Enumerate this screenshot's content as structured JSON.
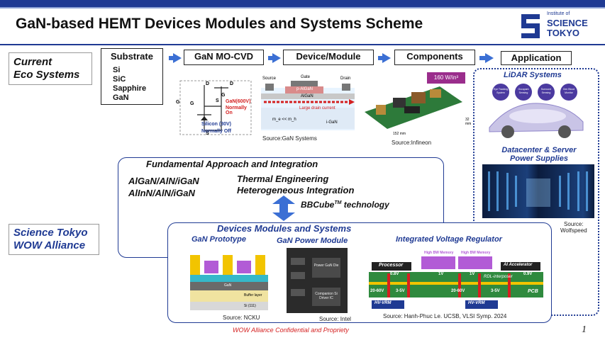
{
  "header": {
    "title": "GaN-based HEMT Devices Modules and Systems Scheme",
    "logo_line1": "Institute of",
    "logo_line2": "SCIENCE",
    "logo_line3": "TOKYO"
  },
  "eco": {
    "label_line1": "Current",
    "label_line2": "Eco Systems"
  },
  "flow": {
    "substrate": "Substrate",
    "substrate_items": [
      "Si",
      "SiC",
      "Sapphire",
      "GaN"
    ],
    "mocvd": "GaN MO-CVD",
    "device": "Device/Module",
    "components": "Components",
    "application": "Application"
  },
  "figures": {
    "cascode_gan": "GaN(600V)",
    "cascode_normally_on": "Normally On",
    "cascode_si": "Silicon (30V)",
    "cascode_normally_off": "Normally Off",
    "hemt_source": "Source",
    "hemt_gate": "Gate",
    "hemt_drain": "Drain",
    "hemt_pgan": "p-AlGaN",
    "hemt_algan": "AlGaN",
    "hemt_current": "Large drain current",
    "hemt_mass": "m_e << m_h",
    "hemt_igan": "i-GaN",
    "src_gansystems": "Source:GaN Systems",
    "power_density": "160 W/in³",
    "dim_w": "152 mm",
    "dim_h": "32 mm",
    "src_infineon": "Source:Infineon"
  },
  "application": {
    "lidar_title": "LiDAR Systems",
    "lidar_bubbles": [
      "Eye Tracking System",
      "Occupant Sensing",
      "Surround Sensing",
      "Gen Blood Monitor"
    ],
    "datacenter_title_line1": "Datacenter & Server",
    "datacenter_title_line2": "Power Supplies",
    "src_line1": "Source:",
    "src_line2": "Wolfspeed"
  },
  "fundamental": {
    "title": "Fundamental Approach and Integration",
    "material1": "AlGaN/AlN/iGaN",
    "material2": "AlInN/AlN/iGaN",
    "thermal": "Thermal  Engineering",
    "hetero": "Heterogeneous Integration",
    "bbcube": "BBCube",
    "bbcube_tm": "TM",
    "bbcube_tail": " technology"
  },
  "alliance": {
    "line1": "Science Tokyo",
    "line2": "WOW Alliance"
  },
  "devices": {
    "title": "Devices  Modules  and Systems",
    "prototype": "GaN Prototype",
    "power_module": "GaN Power Module",
    "ivr": "Integrated Voltage Regulator",
    "proto_layers": [
      "GaN",
      "Buffer layer",
      "Si (111)"
    ],
    "module_labels": [
      "Power GaN Die",
      "Companion Si Driver IC"
    ],
    "ivr_labels": {
      "hbm1": "High BW Memory",
      "hbm2": "High BW Memory",
      "processor": "Processor",
      "accel": "AI Accelerator",
      "v08a": "0.8V",
      "v1a": "1V",
      "v1b": "1V",
      "v09": "0.9V",
      "rdl": "RDL-interposer",
      "v2060a": "20-60V",
      "v35a": "3-5V",
      "v2060b": "20-60V",
      "v35b": "3-5V",
      "pcb": "PCB",
      "hvvrm1": "HV-VRM",
      "hvvrm2": "HV-VRM"
    },
    "src_ncku": "Source: NCKU",
    "src_intel": "Source: Intel",
    "src_ivr": "Source: Hanh-Phuc Le. UCSB, VLSI Symp. 2024"
  },
  "footer": {
    "confidential": "WOW Alliance Confidential and Propriety",
    "page": "1"
  },
  "colors": {
    "brand_blue": "#1f3a93",
    "arrow_blue": "#3b6fd4",
    "footer_red": "#d42020"
  }
}
